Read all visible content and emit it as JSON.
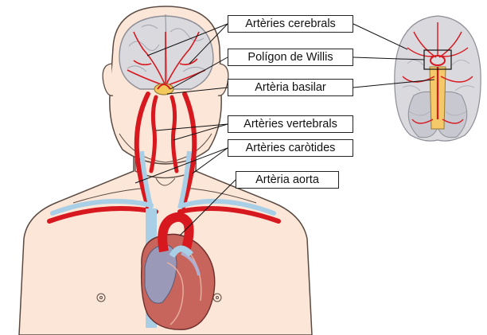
{
  "labels": {
    "cerebral_arteries": "Artèries cerebrals",
    "circle_of_willis": "Polígon de Willis",
    "basilar_artery": "Artèria basilar",
    "vertebral_arteries": "Artèries vertebrals",
    "carotid_arteries": "Artèries caròtides",
    "aorta": "Artèria aorta"
  },
  "colors": {
    "skin": "#fbe6d8",
    "skin_outline": "#5a4a42",
    "artery": "#d7181f",
    "vein": "#a9cfe6",
    "brain": "#d9d9de",
    "brain_outline": "#8d8d96",
    "heart": "#c7655d",
    "leader_line": "#111111"
  }
}
